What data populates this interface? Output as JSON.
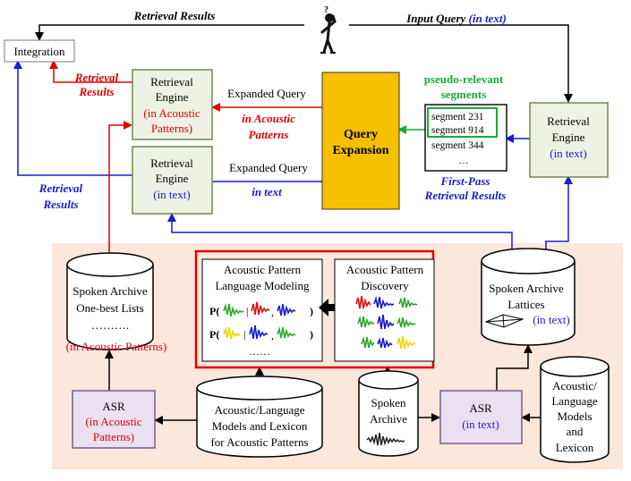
{
  "top": {
    "retrieval_results": "Retrieval Results",
    "input_query_prefix": "Input Query ",
    "input_query_suffix": "(in text)",
    "question_mark": "?"
  },
  "integration": "Integration",
  "left_labels": {
    "red_line1": "Retrieval",
    "red_line2": "Results",
    "blue_line1": "Retrieval",
    "blue_line2": "Results"
  },
  "engine_acoustic": {
    "line1": "Retrieval",
    "line2": "Engine",
    "line3": "(in Acoustic",
    "line4": "Patterns)"
  },
  "engine_text_left": {
    "line1": "Retrieval",
    "line2": "Engine",
    "line3": "(in text)"
  },
  "engine_text_right": {
    "line1": "Retrieval",
    "line2": "Engine",
    "line3": "(in text)"
  },
  "expanded_acoustic": {
    "label": "Expanded Query",
    "sub1": "in Acoustic",
    "sub2": "Patterns"
  },
  "expanded_text": {
    "label": "Expanded Query",
    "sub": "in text"
  },
  "query_expansion": {
    "line1": "Query",
    "line2": "Expansion"
  },
  "pseudo_relevant": {
    "line1": "pseudo-relevant",
    "line2": "segments"
  },
  "segments": [
    "segment  231",
    "segment  914",
    "segment  344",
    "…"
  ],
  "first_pass": {
    "line1": "First-Pass",
    "line2": "Retrieval Results"
  },
  "archive_onebest": {
    "line1": "Spoken Archive",
    "line2": "One-best Lists",
    "line3": "……….",
    "line4": "(in Acoustic Patterns)"
  },
  "lm_panel": {
    "line1": "Acoustic Pattern",
    "line2": "Language Modeling",
    "p1": "P(",
    "sep1": "|",
    "sep2": ",",
    "close1": ")",
    "p2": "P(",
    "sep3": "|",
    "sep4": ",",
    "close2": ")",
    "dots": "……"
  },
  "discovery_panel": {
    "line1": "Acoustic Pattern",
    "line2": "Discovery"
  },
  "archive_lattices": {
    "line1": "Spoken Archive",
    "line2": "Lattices",
    "line3": "(in text)"
  },
  "asr_acoustic": {
    "line1": "ASR",
    "line2": "(in Acoustic",
    "line3": "Patterns)"
  },
  "models_lexicon_acoustic": {
    "line1": "Acoustic/Language",
    "line2": "Models and Lexicon",
    "line3": "for Acoustic Patterns"
  },
  "spoken_archive": {
    "line1": "Spoken",
    "line2": "Archive"
  },
  "asr_text": {
    "line1": "ASR",
    "line2": "(in text)"
  },
  "models_lexicon_text": {
    "line1": "Acoustic/",
    "line2": "Language",
    "line3": "Models",
    "line4": "and",
    "line5": "Lexicon"
  },
  "colors": {
    "red": "#e00000",
    "blue": "#1a1ad0",
    "green": "#1aaa3a",
    "engine_fill": "#eef2e4",
    "engine_border": "#6e8a4a",
    "asr_fill": "#ebe0f0",
    "asr_border": "#7a5a96",
    "qe_fill": "#f5c000",
    "panel_bg": "#fbe8da"
  }
}
